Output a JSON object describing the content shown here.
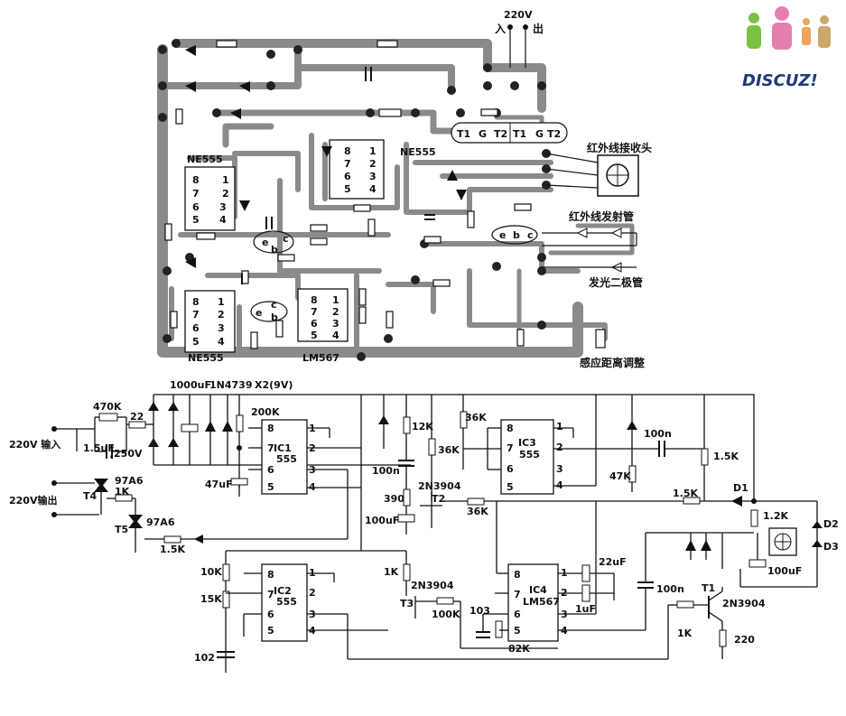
{
  "watermark": {
    "text": "DISCUZ!"
  },
  "pcb": {
    "ac_label": "220V",
    "in_label": "入",
    "out_label": "出",
    "triac_pins": [
      "T1",
      "G",
      "T2",
      "T1",
      "G",
      "T2"
    ],
    "ic_labels": [
      "NE555",
      "NE555",
      "NE555",
      "LM567"
    ],
    "pin_numbers": [
      "1",
      "2",
      "3",
      "4",
      "5",
      "6",
      "7",
      "8"
    ],
    "transistor_pins": [
      "e",
      "b",
      "c"
    ],
    "ir_receiver": "红外线接收头",
    "ir_emitter": "红外线发射管",
    "led": "发光二极管",
    "distance_adjust": "感应距离调整"
  },
  "schematic": {
    "input_label": "220V 输入",
    "output_label": "220V输出",
    "components": {
      "r470k": "470K",
      "r22": "22",
      "c15u": "1.5uF",
      "v250": "/250V",
      "c1000u": "1000uF",
      "d4739": "1N4739",
      "x2": "X2(9V)",
      "r200k": "200K",
      "c47u": "47uF",
      "t4": "T4",
      "t4_part": "97A6",
      "r1k_t": "1K",
      "t5": "T5",
      "t5_part": "97A6",
      "r15k_t": "1.5K",
      "r12k": "12K",
      "r36k_a": "36K",
      "r36k_b": "36K",
      "r36k_c": "36K",
      "c100n_a": "100n",
      "c100n_b": "100n",
      "c100n_c": "100n",
      "r390": "390",
      "c100u_a": "100uF",
      "c100u_b": "100uF",
      "t2": "T2",
      "t2_part": "2N3904",
      "r47k": "47K",
      "r15k_a": "1.5K",
      "r15k_b": "1.5K",
      "d1": "D1",
      "r12k_d": "1.2K",
      "d2": "D2",
      "d3": "D3",
      "r10k": "10K",
      "r15k_c": "15K",
      "c102": "102",
      "r1k_b": "1K",
      "t3_part": "2N3904",
      "t3": "T3",
      "r100k": "100K",
      "c103": "103",
      "r82k": "82K",
      "c22u": "22uF",
      "c1u": "1uF",
      "t1": "T1",
      "t1_part": "2N3904",
      "r1k_c": "1K",
      "r220": "220"
    },
    "ic1": {
      "name": "IC1",
      "part": "555",
      "left_pins": [
        "8",
        "7",
        "6",
        "5"
      ],
      "right_pins": [
        "1",
        "2",
        "3",
        "4"
      ]
    },
    "ic2": {
      "name": "IC2",
      "part": "555",
      "left_pins": [
        "8",
        "7",
        "6",
        "5"
      ],
      "right_pins": [
        "1",
        "2",
        "3",
        "4"
      ]
    },
    "ic3": {
      "name": "IC3",
      "part": "555",
      "left_pins": [
        "8",
        "7",
        "6",
        "5"
      ],
      "right_pins": [
        "1",
        "2",
        "3",
        "4"
      ]
    },
    "ic4": {
      "name": "IC4",
      "part": "LM567",
      "left_pins": [
        "8",
        "7",
        "6",
        "5"
      ],
      "right_pins": [
        "1",
        "2",
        "3",
        "4"
      ]
    }
  },
  "colors": {
    "trace": "#8a8a8a",
    "ink": "#111111",
    "logo_green": "#7cc242",
    "logo_pink": "#e67fb0",
    "logo_blue": "#1f3a7a"
  }
}
